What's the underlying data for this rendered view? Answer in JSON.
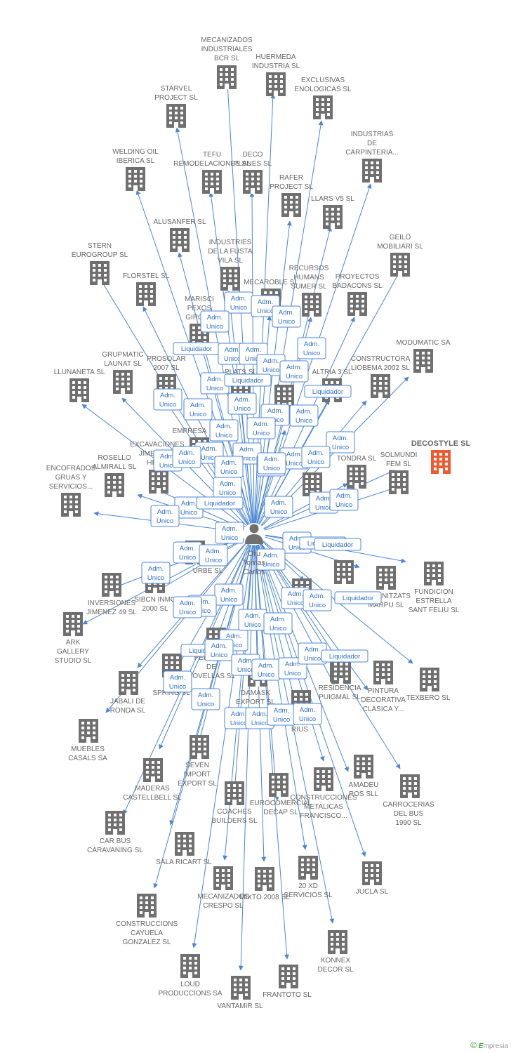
{
  "colors": {
    "edge": "#4a86d8",
    "building": "#707070",
    "highlight": "#ef5a2e",
    "label": "#666666",
    "role_text": "#2e6fc7"
  },
  "center_person": {
    "name_lines": [
      "Oru",
      "Tomas",
      "Carlos"
    ],
    "icon": "person-icon"
  },
  "companies": [
    {
      "label": [
        "MECANIZADOS",
        "INDUSTRIALES",
        "BCR SL"
      ],
      "icon": "building-icon"
    },
    {
      "label": [
        "HUERMEDA",
        "INDUSTRIA SL"
      ],
      "icon": "building-icon"
    },
    {
      "label": [
        "EXCLUSIVAS",
        "ENOLOGICAS SL"
      ],
      "icon": "building-icon"
    },
    {
      "label": [
        "STARVEL",
        "PROJECT SL"
      ],
      "icon": "building-icon"
    },
    {
      "label": [
        "INDUSTRIAS",
        "DE",
        "CARPINTERIA..."
      ],
      "icon": "building-icon"
    },
    {
      "label": [
        "WELDING OIL",
        "IBERICA SL"
      ],
      "icon": "building-icon"
    },
    {
      "label": [
        "TEFU",
        "REMODELACIONES SL"
      ],
      "icon": "building-icon"
    },
    {
      "label": [
        "DECO",
        "PLANES SL"
      ],
      "icon": "building-icon"
    },
    {
      "label": [
        "RAFER",
        "PROJECT SL"
      ],
      "icon": "building-icon"
    },
    {
      "label": [
        "LLARS V5 SL"
      ],
      "icon": "building-icon"
    },
    {
      "label": [
        "ALUSANFER SL"
      ],
      "icon": "building-icon"
    },
    {
      "label": [
        "GEILO",
        "MOBILIARI SL"
      ],
      "icon": "building-icon"
    },
    {
      "label": [
        "STERN",
        "EUROGROUP SL"
      ],
      "icon": "building-icon"
    },
    {
      "label": [
        "INDUSTRIES",
        "DE LA FUSTA",
        "VILA SL"
      ],
      "icon": "building-icon"
    },
    {
      "label": [
        "RECURSOS",
        "HUMANS",
        "SUMER SL"
      ],
      "icon": "building-icon"
    },
    {
      "label": [
        "PROYECTOS",
        "BADACONS SL"
      ],
      "icon": "building-icon"
    },
    {
      "label": [
        "FLORSTEL SL"
      ],
      "icon": "building-icon"
    },
    {
      "label": [
        "MECAROBLE SL"
      ],
      "icon": "building-icon"
    },
    {
      "label": [
        "MARISCI",
        "PEXOS",
        "GIRONA"
      ],
      "icon": "building-icon"
    },
    {
      "label": [
        "MODUMATIC SA"
      ],
      "icon": "building-icon"
    },
    {
      "label": [
        "GRUPMATIC",
        "LAUNAT SL"
      ],
      "icon": "building-icon"
    },
    {
      "label": [
        "PROSOLAR",
        "2007 SL"
      ],
      "icon": "building-icon"
    },
    {
      "label": [
        "PLATS SL"
      ],
      "icon": "building-icon"
    },
    {
      "label": [
        "ALTRIA 3 SL"
      ],
      "icon": "building-icon"
    },
    {
      "label": [
        "CONSTRUCTORA",
        "LIOBEMA 2002 SL"
      ],
      "icon": "building-icon"
    },
    {
      "label": [
        "LLUNANETA SL"
      ],
      "icon": "building-icon"
    },
    {
      "label": [
        "EMPRESA"
      ],
      "icon": "building-icon"
    },
    {
      "label": [
        "DECOSTYLE SL"
      ],
      "icon": "building-icon",
      "highlight": true
    },
    {
      "label": [
        "EXCAVACIONES",
        "JIMENEZ E",
        "HIJOS"
      ],
      "icon": "building-icon"
    },
    {
      "label": [
        "ROSELLO",
        "ALMIRALL SL"
      ],
      "icon": "building-icon"
    },
    {
      "label": [
        "SOLMUNDI",
        "FEM SL"
      ],
      "icon": "building-icon"
    },
    {
      "label": [
        "TONDRA SL"
      ],
      "icon": "building-icon"
    },
    {
      "label": [
        "ENCOFRADOS",
        "GRUAS Y",
        "SERVICIOS..."
      ],
      "icon": "building-icon"
    },
    {
      "label": [
        "FUNDICION",
        "ESTRELLA",
        "SANT FELIU SL"
      ],
      "icon": "building-icon"
    },
    {
      "label": [
        "MECANITZATS",
        "MARPU SL"
      ],
      "icon": "building-icon"
    },
    {
      "label": [
        "URBE SL"
      ],
      "icon": "building-icon"
    },
    {
      "label": [
        "INVERSIONES",
        "JIMENEZ 49 SL"
      ],
      "icon": "building-icon"
    },
    {
      "label": [
        "SIBCN INMO",
        "2000 SL"
      ],
      "icon": "building-icon"
    },
    {
      "label": [
        "ARK",
        "GALLERY",
        "STUDIO SL"
      ],
      "icon": "building-icon"
    },
    {
      "label": [
        "PERCHAD",
        "DE",
        "NOVELLAS SL"
      ],
      "icon": "building-icon"
    },
    {
      "label": [
        "HI",
        "SPRING SL"
      ],
      "icon": "building-icon"
    },
    {
      "label": [
        "DAMASK",
        "EXPORT SL"
      ],
      "icon": "building-icon"
    },
    {
      "label": [
        "RESIDENCIA",
        "PUIGMAL SL"
      ],
      "icon": "building-icon"
    },
    {
      "label": [
        "PINTURA",
        "DECORATIVA",
        "CLASICA Y..."
      ],
      "icon": "building-icon"
    },
    {
      "label": [
        "TEXBERO SL"
      ],
      "icon": "building-icon"
    },
    {
      "label": [
        "JABALI DE",
        "RONDA SL"
      ],
      "icon": "building-icon"
    },
    {
      "label": [
        "MUEBLES",
        "CASALS SA"
      ],
      "icon": "building-icon"
    },
    {
      "label": [
        "PIEDRAS",
        "RIUS"
      ],
      "icon": "building-icon"
    },
    {
      "label": [
        "SEVEN",
        "IMPORT",
        "EXPORT SL"
      ],
      "icon": "building-icon"
    },
    {
      "label": [
        "MADERAS",
        "CASTELLBELL SL"
      ],
      "icon": "building-icon"
    },
    {
      "label": [
        "AMADEU",
        "ROS SLL"
      ],
      "icon": "building-icon"
    },
    {
      "label": [
        "CARROCERIAS",
        "DEL BUS",
        "1990 SL"
      ],
      "icon": "building-icon"
    },
    {
      "label": [
        "COACHES",
        "BUILDERS SL"
      ],
      "icon": "building-icon"
    },
    {
      "label": [
        "EUROCOMERCIAL",
        "DECAP SL"
      ],
      "icon": "building-icon"
    },
    {
      "label": [
        "CONSTRUCCIONES",
        "METALICAS",
        "FRANCISCO..."
      ],
      "icon": "building-icon"
    },
    {
      "label": [
        "CAR BUS",
        "CARAVANING SL"
      ],
      "icon": "building-icon"
    },
    {
      "label": [
        "SALA RICART SL"
      ],
      "icon": "building-icon"
    },
    {
      "label": [
        "20 XD",
        "SERVICIOS SL"
      ],
      "icon": "building-icon"
    },
    {
      "label": [
        "JUCLA SL"
      ],
      "icon": "building-icon"
    },
    {
      "label": [
        "MECANIZADOS",
        "CRESPO SL"
      ],
      "icon": "building-icon"
    },
    {
      "label": [
        "MIXTO 2008 SL"
      ],
      "icon": "building-icon"
    },
    {
      "label": [
        "CONSTRUCCIONS",
        "CAYUELA",
        "GONZALEZ SL"
      ],
      "icon": "building-icon"
    },
    {
      "label": [
        "KONNEX",
        "DECOR SL"
      ],
      "icon": "building-icon"
    },
    {
      "label": [
        "LOUD",
        "PRODUCCIONS SA"
      ],
      "icon": "building-icon"
    },
    {
      "label": [
        "FRANTOTO SL"
      ],
      "icon": "building-icon"
    },
    {
      "label": [
        "VANTAMIR SL"
      ],
      "icon": "building-icon"
    },
    {
      "label": [],
      "icon": "building-icon"
    },
    {
      "label": [],
      "icon": "building-icon"
    },
    {
      "label": [],
      "icon": "building-icon"
    },
    {
      "label": [],
      "icon": "building-icon"
    },
    {
      "label": [],
      "icon": "building-icon"
    }
  ],
  "role_labels": [
    [
      "Adm.",
      "Unico"
    ],
    [
      "Adm.",
      "Unico"
    ],
    [
      "Adm.",
      "Unico"
    ],
    [
      "Adm.",
      "Unico"
    ],
    [
      "Adm.",
      "Unico"
    ],
    [
      "Liquidador"
    ],
    [
      "Adm.",
      "Unico"
    ],
    [
      "Adm.",
      "Unico"
    ],
    [
      "Adm.",
      "Unico"
    ],
    [
      "Adm.",
      "Unico"
    ],
    [
      "Adm.",
      "Unico"
    ],
    [
      "Liquidador"
    ],
    [
      "Adm.",
      "Unico"
    ],
    [
      "Liquidador"
    ],
    [
      "Adm.",
      "Unico"
    ],
    [
      "Adm.",
      "Unico"
    ],
    [
      "Adm.",
      "Unico"
    ],
    [
      "Adm.",
      "Unico"
    ],
    [
      "Adm.",
      "Unico"
    ],
    [
      "Adm.",
      "Unico"
    ],
    [
      "Adm.",
      "Unico"
    ],
    [
      "Adm.",
      "Unico"
    ],
    [
      "Adm.",
      "Unico"
    ],
    [
      "Adm.",
      "Unico"
    ],
    [
      "Adm.",
      "Unico"
    ],
    [
      "Adm.",
      "Unico"
    ],
    [
      "Adm.",
      "Unico"
    ],
    [
      "Adm.",
      "Unico"
    ],
    [
      "Adm.",
      "Unico"
    ],
    [
      "Adm.",
      "Unico"
    ],
    [
      "Adm.",
      "Unico"
    ],
    [
      "Adm.",
      "Unico"
    ],
    [
      "Adm.",
      "Unico"
    ],
    [
      "Adm.",
      "Unico"
    ],
    [
      "Liquidador"
    ],
    [
      "Adm.",
      "Unico"
    ],
    [
      "Adm.",
      "Unico"
    ],
    [
      "Adm.",
      "Unico"
    ],
    [
      "Adm.",
      "Unico"
    ],
    [
      "Liquidador"
    ],
    [
      "Adm.",
      "Unico"
    ],
    [
      "Adm.",
      "Unico"
    ],
    [
      "Adm.",
      "Unico"
    ],
    [
      "Adm.",
      "Unico"
    ],
    [
      "Liquidador"
    ],
    [
      "Liquidador"
    ],
    [
      "Adm.",
      "Unico"
    ],
    [
      "Adm.",
      "Unico"
    ],
    [
      "Adm.",
      "Unico"
    ],
    [
      "Adm.",
      "Unico"
    ],
    [
      "Adm.",
      "Unico"
    ],
    [
      "Adm.",
      "Unico"
    ],
    [
      "Adm.",
      "Unico"
    ],
    [
      "Adm.",
      "Unico"
    ],
    [
      "Liquidador"
    ],
    [
      "Adm.",
      "Unico"
    ],
    [
      "Adm.",
      "Unico"
    ],
    [
      "Adm.",
      "Unico"
    ],
    [
      "Adm.",
      "Unico"
    ],
    [
      "Adm.",
      "Unico"
    ],
    [
      "Liquidador"
    ],
    [
      "Adm.",
      "Unico"
    ],
    [
      "Adm.",
      "Unico"
    ],
    [
      "Adm.",
      "Unico"
    ],
    [
      "Adm.",
      "Unico"
    ],
    [
      "Adm.",
      "Unico"
    ],
    [
      "Adm.",
      "Unico"
    ]
  ],
  "footer": {
    "copyright_symbol": "©",
    "brand_initial": "E",
    "brand_rest": "mpresia"
  }
}
